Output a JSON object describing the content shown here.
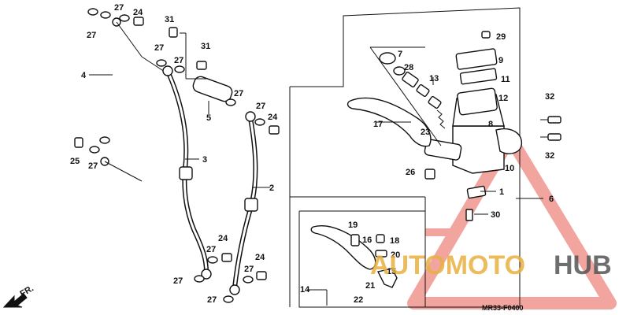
{
  "diagram": {
    "code": "MR33-F0400",
    "front_marker": "FR.",
    "labels": {
      "p1": "1",
      "p2": "2",
      "p3": "3",
      "p4": "4",
      "p5": "5",
      "p6": "6",
      "p7": "7",
      "p8": "8",
      "p9": "9",
      "p10": "10",
      "p11": "11",
      "p12": "12",
      "p13": "13",
      "p14": "14",
      "p15": "15",
      "p16": "16",
      "p17": "17",
      "p18": "18",
      "p19": "19",
      "p20": "20",
      "p21": "21",
      "p22": "22",
      "p23": "23",
      "p24": "24",
      "p25": "25",
      "p26": "26",
      "p27": "27",
      "p28": "28",
      "p29": "29",
      "p30": "30",
      "p31": "31",
      "p32": "32"
    }
  },
  "watermark": {
    "part1": "AUTOMOTO",
    "part2": "HUB",
    "color_primary": "#e85a50",
    "color_secondary": "#e8b040",
    "color_dark": "#555555"
  }
}
